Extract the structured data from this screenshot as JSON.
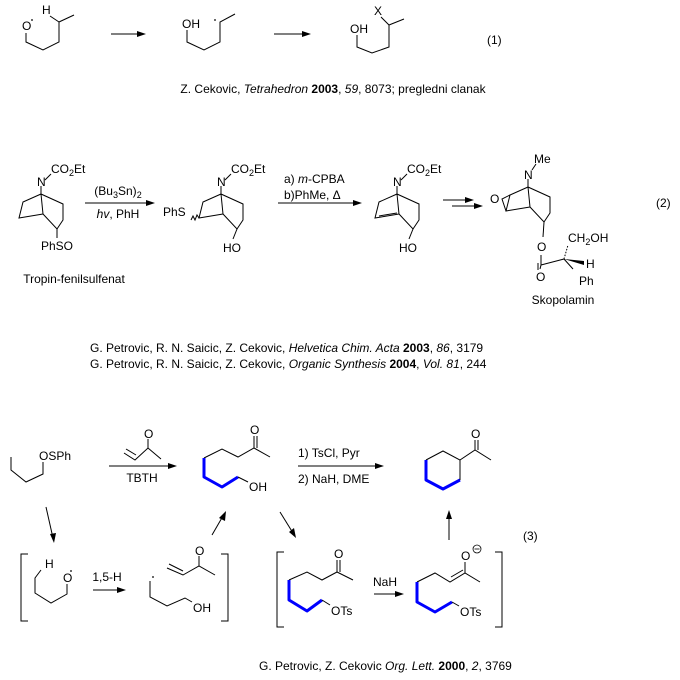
{
  "colors": {
    "highlight_bond": "#0000FF",
    "line": "#000000"
  },
  "scheme1": {
    "number": "(1)",
    "atoms": {
      "o": "O",
      "h": "H",
      "oh": "OH",
      "x": "X"
    },
    "reference": [
      "Z. Cekovic, ",
      "Tetrahedron",
      " ",
      "2003",
      ", ",
      "59",
      ", 8073; pregledni clanak"
    ]
  },
  "scheme2": {
    "number": "(2)",
    "co2et": [
      "CO",
      "2",
      "Et"
    ],
    "start_substituent": "PhSO",
    "start_name": "Tropin-fenilsulfenat",
    "step1_reagents": {
      "line1": [
        "(Bu",
        "3",
        "Sn)",
        "2"
      ],
      "line2": [
        "hv",
        ", PhH"
      ]
    },
    "phs": "PhS",
    "ho": "HO",
    "step2_reagents": {
      "line1": [
        "a) ",
        "m",
        "-CPBA"
      ],
      "line2": "b)PhMe, Δ"
    },
    "product": {
      "me": "Me",
      "n": "N",
      "o": "O",
      "ch2oh": [
        "CH",
        "2",
        "OH"
      ],
      "h": "H",
      "ph": "Ph",
      "name": "Skopolamin"
    },
    "n": "N",
    "references": [
      [
        "G. Petrovic, R. N. Saicic, Z. Cekovic, ",
        "Helvetica Chim. Acta",
        " ",
        "2003",
        ", ",
        "86",
        ", 3179"
      ],
      [
        "G. Petrovic, R. N. Saicic, Z. Cekovic, ",
        "Organic Synthesis",
        " ",
        "2004",
        ", ",
        "Vol. 81",
        ", 244"
      ]
    ]
  },
  "scheme3": {
    "number": "(3)",
    "start": "OSPh",
    "o": "O",
    "oh": "OH",
    "h": "H",
    "ots": "OTs",
    "step1_reagent": "TBTH",
    "step2_reagents": [
      "1) TsCl, Pyr",
      "2) NaH, DME"
    ],
    "hshift_label": "1,5-H",
    "nah_label": "NaH",
    "reference": [
      "G. Petrovic, Z. Cekovic ",
      "Org.",
      " ",
      "Lett.",
      " ",
      "2000",
      ", ",
      "2",
      ", 3769"
    ]
  }
}
